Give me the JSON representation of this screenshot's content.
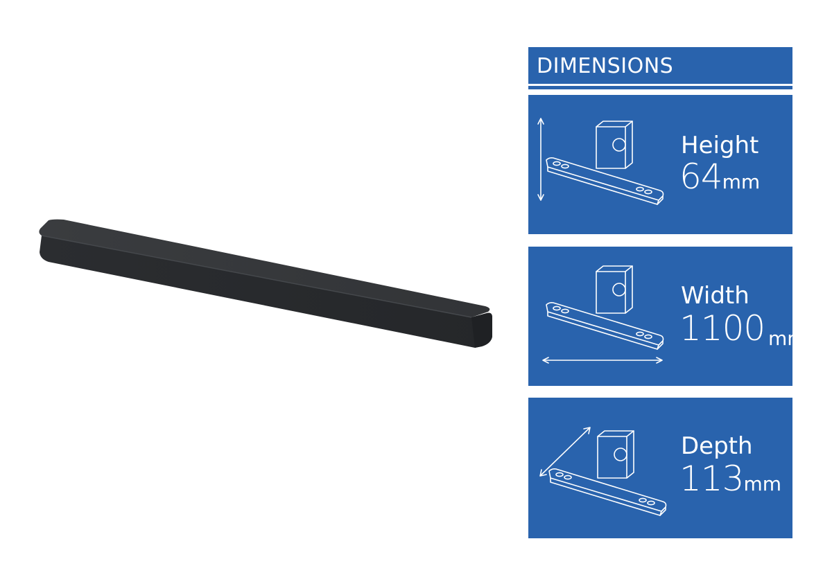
{
  "panel": {
    "title": "DIMENSIONS"
  },
  "dimensions": [
    {
      "label": "Height",
      "value": "64",
      "unit": "mm"
    },
    {
      "label": "Width",
      "value": "1100",
      "unit": "mm"
    },
    {
      "label": "Depth",
      "value": "113",
      "unit": "mm"
    }
  ],
  "colors": {
    "panel_blue": "#2963ad",
    "soundbar": "#2f3134",
    "text": "#ffffff"
  },
  "icons": {
    "height_card": "soundbar-subwoofer-height-icon",
    "width_card": "soundbar-subwoofer-width-icon",
    "depth_card": "soundbar-subwoofer-depth-icon"
  }
}
